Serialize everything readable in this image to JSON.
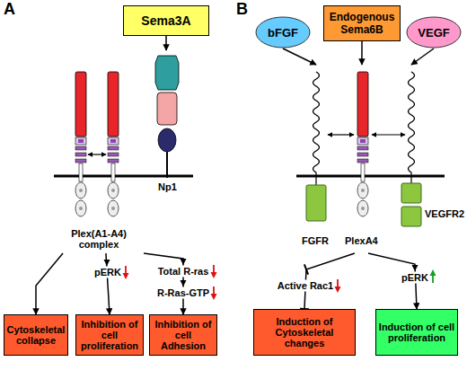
{
  "diagram": {
    "nodes": [
      {
        "text": [
          "Sema3A"
        ]
      },
      {
        "text": [
          "Np1",
          "Plex(A1-A4) complex"
        ]
      },
      {
        "text": [
          "Cytoskeletal collapse"
        ]
      },
      {
        "text": [
          "Inhibition of cell proliferation"
        ]
      },
      {
        "text": [
          "Inhibition of cell Adhesion"
        ]
      },
      {
        "text": [
          "bFGF"
        ]
      },
      {
        "text": [
          "Endogenous Sema6B"
        ]
      },
      {
        "text": [
          "VEGF"
        ]
      },
      {
        "text": [
          "FGFR",
          "PlexA4",
          "VEGFR2"
        ]
      },
      {
        "text": [
          "Induction of Cytoskeletal changes"
        ]
      },
      {
        "text": [
          "Induction of cell proliferation"
        ]
      }
    ],
    "edges": [
      {
        "from": 0,
        "to": 1,
        "arrow": "to"
      },
      {
        "from": 1,
        "to": 2,
        "arrow": "to"
      },
      {
        "from": 1,
        "to": 3,
        "label": "pERK",
        "arrow": "to"
      },
      {
        "from": 1,
        "to": 4,
        "label": "Total R-ras",
        "arrow": "to"
      },
      {
        "from": 5,
        "to": 8,
        "arrow": "to"
      },
      {
        "from": 6,
        "to": 8,
        "arrow": "to"
      },
      {
        "from": 7,
        "to": 8,
        "arrow": "to"
      },
      {
        "from": 8,
        "to": 9,
        "label": "Active Rac1",
        "arrow": "to"
      },
      {
        "from": 8,
        "to": 10,
        "label": "pERK",
        "arrow": "to"
      }
    ],
    "labels": [
      "A",
      "B",
      "R-Ras-GTP"
    ]
  }
}
